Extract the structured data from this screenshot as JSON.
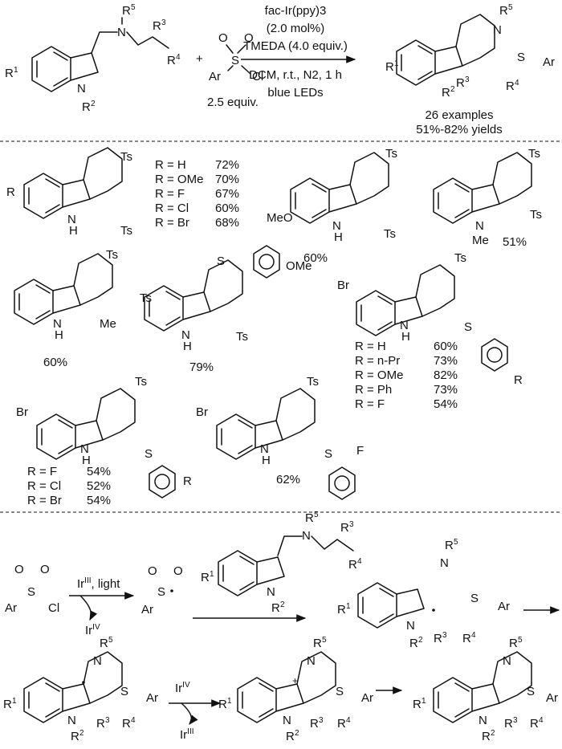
{
  "scheme": {
    "reagent": "ArSO2Cl",
    "reagent_equiv": "2.5 equiv.",
    "conditions": [
      "fac-Ir(ppy)3",
      "(2.0 mol%)",
      "TMEDA (4.0 equiv.)",
      "DCM, r.t., N2, 1 h",
      "blue LEDs"
    ],
    "summary_examples": "26 examples",
    "summary_yields": "51%-82% yields"
  },
  "products": {
    "p1": {
      "rows": [
        {
          "r": "R = H",
          "y": "72%"
        },
        {
          "r": "R = OMe",
          "y": "70%"
        },
        {
          "r": "R = F",
          "y": "67%"
        },
        {
          "r": "R = Cl",
          "y": "60%"
        },
        {
          "r": "R = Br",
          "y": "68%"
        }
      ]
    },
    "p2": {
      "substituent": "MeO",
      "yield": "60%"
    },
    "p3": {
      "substituent": "Me",
      "yield": "51%"
    },
    "p4": {
      "substituent": "Me",
      "yield": "60%"
    },
    "p5": {
      "substituent": "OMe",
      "yield": "79%"
    },
    "p6": {
      "rows": [
        {
          "r": "R = H",
          "y": "60%"
        },
        {
          "r": "R = n-Pr",
          "y": "73%"
        },
        {
          "r": "R = OMe",
          "y": "82%"
        },
        {
          "r": "R = Ph",
          "y": "73%"
        },
        {
          "r": "R = F",
          "y": "54%"
        }
      ]
    },
    "p7": {
      "rows": [
        {
          "r": "R = F",
          "y": "54%"
        },
        {
          "r": "R = Cl",
          "y": "52%"
        },
        {
          "r": "R = Br",
          "y": "54%"
        }
      ]
    },
    "p8": {
      "substituent": "F",
      "yield": "62%"
    }
  },
  "mechanism": {
    "step1_top": "Ir",
    "step1_top_sup": "III",
    "step1_top_suffix": ", light",
    "step1_bottom": "Ir",
    "step1_bottom_sup": "IV",
    "step2_top": "Ir",
    "step2_top_sup": "IV",
    "step2_bottom": "Ir",
    "step2_bottom_sup": "III"
  },
  "labels": {
    "ts": "Ts",
    "br": "Br",
    "nh": "N",
    "h": "H",
    "r": "R",
    "ar": "Ar",
    "cl": "Cl",
    "s": "S",
    "o": "O",
    "n": "N"
  }
}
